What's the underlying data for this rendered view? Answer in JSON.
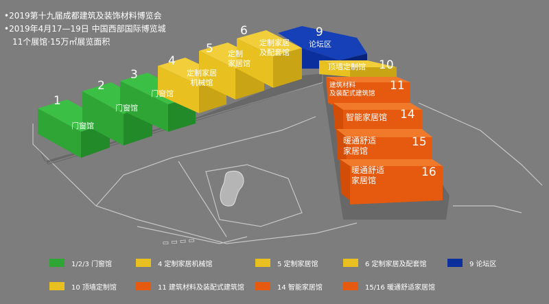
{
  "header": {
    "line1": "•2019第十九届成都建筑及装饰材料博览会",
    "line2": "•2019年4月17—19日 中国西部国际博览城",
    "line3": "11个展馆·15万㎡展览面积"
  },
  "colors": {
    "green": "#2ea535",
    "yellow": "#e8c020",
    "blue": "#0b2f9c",
    "orange": "#e55a0f",
    "background": "#7d7d7d"
  },
  "halls": {
    "h1": {
      "num": "1",
      "label": "门窗馆"
    },
    "h2": {
      "num": "2",
      "label": "门窗馆"
    },
    "h3": {
      "num": "3",
      "label": "门窗馆"
    },
    "h4": {
      "num": "4",
      "label_l1": "定制家居",
      "label_l2": "机械馆"
    },
    "h5": {
      "num": "5",
      "label_l1": "定制",
      "label_l2": "家居馆"
    },
    "h6": {
      "num": "6",
      "label_l1": "定制家居",
      "label_l2": "及配套馆"
    },
    "h9": {
      "num": "9",
      "label": "论坛区"
    },
    "h10": {
      "num": "10",
      "label": "顶墙定制馆"
    },
    "h11": {
      "num": "11",
      "label_l1": "建筑材料",
      "label_l2": "及装配式建筑馆"
    },
    "h14": {
      "num": "14",
      "label": "智能家居馆"
    },
    "h15": {
      "num": "15",
      "label_l1": "暖通舒适",
      "label_l2": "家居馆"
    },
    "h16": {
      "num": "16",
      "label_l1": "暖通舒适",
      "label_l2": "家居馆"
    }
  },
  "legend": [
    {
      "color": "#2ea535",
      "text": "1/2/3 门窗馆"
    },
    {
      "color": "#e8c020",
      "text": "4 定制家居机械馆"
    },
    {
      "color": "#e8c020",
      "text": "5 定制家居馆"
    },
    {
      "color": "#e8c020",
      "text": "6 定制家居及配套馆"
    },
    {
      "color": "#0b2f9c",
      "text": "9 论坛区"
    },
    {
      "color": "#e8c020",
      "text": "10 顶墙定制馆"
    },
    {
      "color": "#e55a0f",
      "text": "11 建筑材料及装配式建筑馆"
    },
    {
      "color": "#e55a0f",
      "text": "14 智能家居馆"
    },
    {
      "color": "#e55a0f",
      "text": "15/16 暖通舒适家居馆"
    }
  ]
}
